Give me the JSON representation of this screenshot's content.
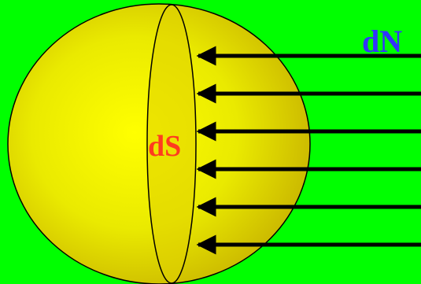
{
  "labels": {
    "surface": "dS",
    "particles": "dN"
  },
  "colors": {
    "background": "#00ff00",
    "sphere_center": "#ffff00",
    "sphere_edge": "#c8b400",
    "disc_fill": "#e0d200",
    "arrow": "#000000",
    "surface_label": "#ff3b1f",
    "particles_label": "#3333ff"
  },
  "arrow_count": 6
}
